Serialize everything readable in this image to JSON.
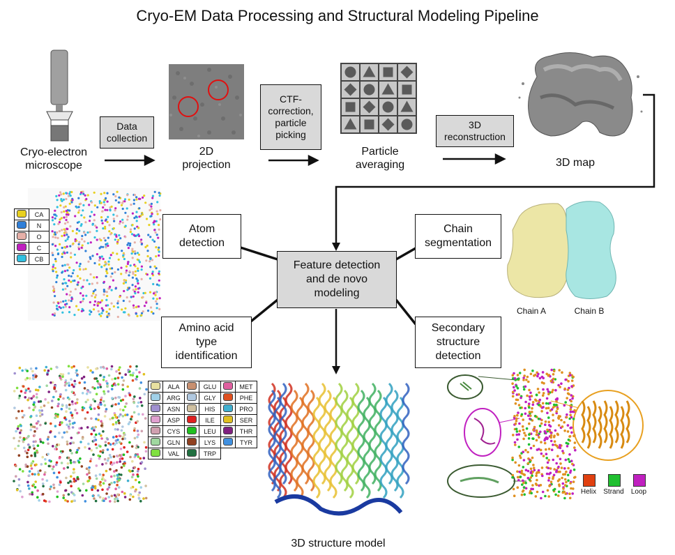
{
  "title": "Cryo-EM Data Processing and Structural Modeling Pipeline",
  "stages": {
    "microscope": "Cryo-electron\nmicroscope",
    "projection": "2D\nprojection",
    "averaging": "Particle\naveraging",
    "map": "3D map"
  },
  "steps": {
    "data_collection": "Data\ncollection",
    "ctf": "CTF-\ncorrection,\nparticle\npicking",
    "reconstruction": "3D\nreconstruction"
  },
  "center_box": "Feature detection\nand de novo\nmodeling",
  "tasks": {
    "atom": "Atom\ndetection",
    "chain": "Chain\nsegmentation",
    "amino": "Amino acid\ntype\nidentification",
    "secondary": "Secondary\nstructure\ndetection"
  },
  "chain_labels": [
    "Chain A",
    "Chain B"
  ],
  "model_label": "3D structure model",
  "atom_legend": [
    {
      "name": "CA",
      "color": "#e8d020"
    },
    {
      "name": "N",
      "color": "#2f7fd8"
    },
    {
      "name": "O",
      "color": "#e6b0a8"
    },
    {
      "name": "C",
      "color": "#c020c0"
    },
    {
      "name": "CB",
      "color": "#30c0e0"
    }
  ],
  "amino_legend": [
    [
      {
        "name": "ALA",
        "color": "#e8e0a0"
      },
      {
        "name": "GLU",
        "color": "#c89070"
      },
      {
        "name": "MET",
        "color": "#e060a0"
      }
    ],
    [
      {
        "name": "ARG",
        "color": "#a0d0e8"
      },
      {
        "name": "GLY",
        "color": "#b0c8e0"
      },
      {
        "name": "PHE",
        "color": "#e05020"
      }
    ],
    [
      {
        "name": "ASN",
        "color": "#a090d0"
      },
      {
        "name": "HIS",
        "color": "#d0c0a0"
      },
      {
        "name": "PRO",
        "color": "#40b0d0"
      }
    ],
    [
      {
        "name": "ASP",
        "color": "#e0a0d0"
      },
      {
        "name": "ILE",
        "color": "#e02020"
      },
      {
        "name": "SER",
        "color": "#e0c020"
      }
    ],
    [
      {
        "name": "CYS",
        "color": "#d0a0b0"
      },
      {
        "name": "LEU",
        "color": "#20c020"
      },
      {
        "name": "THR",
        "color": "#802080"
      }
    ],
    [
      {
        "name": "GLN",
        "color": "#a0d8a0"
      },
      {
        "name": "LYS",
        "color": "#904020"
      },
      {
        "name": "TYR",
        "color": "#4090e0"
      }
    ],
    [
      {
        "name": "VAL",
        "color": "#80e040"
      },
      {
        "name": "TRP",
        "color": "#207040"
      },
      {
        "name": "",
        "color": ""
      }
    ]
  ],
  "ss_legend": [
    {
      "name": "Helix",
      "color": "#e04010"
    },
    {
      "name": "Strand",
      "color": "#20c030"
    },
    {
      "name": "Loop",
      "color": "#c020c0"
    }
  ]
}
